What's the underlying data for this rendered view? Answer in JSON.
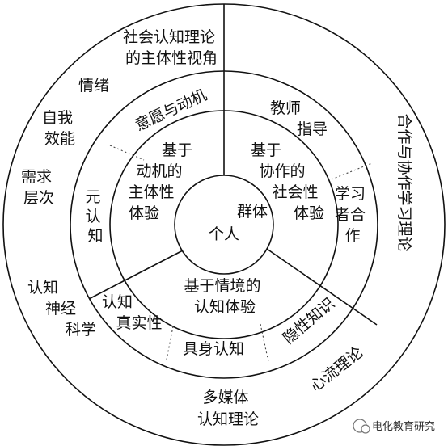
{
  "center": {
    "label": "个人"
  },
  "middle_ring": {
    "motivation": {
      "lines": [
        "基于",
        "动机的",
        "主体性",
        "体验"
      ]
    },
    "collaboration": {
      "lines": [
        "基于",
        "协作的",
        "社会性",
        "体验"
      ]
    },
    "situation": {
      "lines": [
        "基于情境的",
        "认知体验"
      ]
    },
    "group": {
      "label": "群体"
    }
  },
  "second_ring": {
    "will_motivation": {
      "label": "意愿与动机"
    },
    "metacognition": {
      "lines": [
        "元",
        "认",
        "知"
      ]
    },
    "teacher_guidance": {
      "lines": [
        "教师",
        "指导"
      ]
    },
    "learner_cooperation": {
      "lines": [
        "学习",
        "者合",
        "作"
      ]
    },
    "cognitive_authenticity": {
      "lines": [
        "认知",
        "真实性"
      ]
    },
    "embodied_cognition": {
      "label": "具身认知"
    },
    "tacit_knowledge": {
      "label": "隐性知识"
    }
  },
  "outer_ring": {
    "social_cognition_theory": {
      "lines": [
        "社会认知理论",
        "的主体性视角"
      ]
    },
    "emotion": {
      "label": "情绪"
    },
    "self_efficacy": {
      "lines": [
        "自我",
        "效能"
      ]
    },
    "needs_hierarchy": {
      "lines": [
        "需求",
        "层次"
      ]
    },
    "cognitive_neuroscience": {
      "lines": [
        "认知",
        "神经",
        "科学"
      ]
    },
    "cooperative_learning_theory": {
      "lines": [
        "合作与协作学习理论"
      ]
    },
    "flow_theory": {
      "label": "心流理论"
    },
    "multimedia_cognition_theory": {
      "lines": [
        "多媒体",
        "认知理论"
      ]
    }
  },
  "watermark": {
    "text": "电化教育研究"
  }
}
